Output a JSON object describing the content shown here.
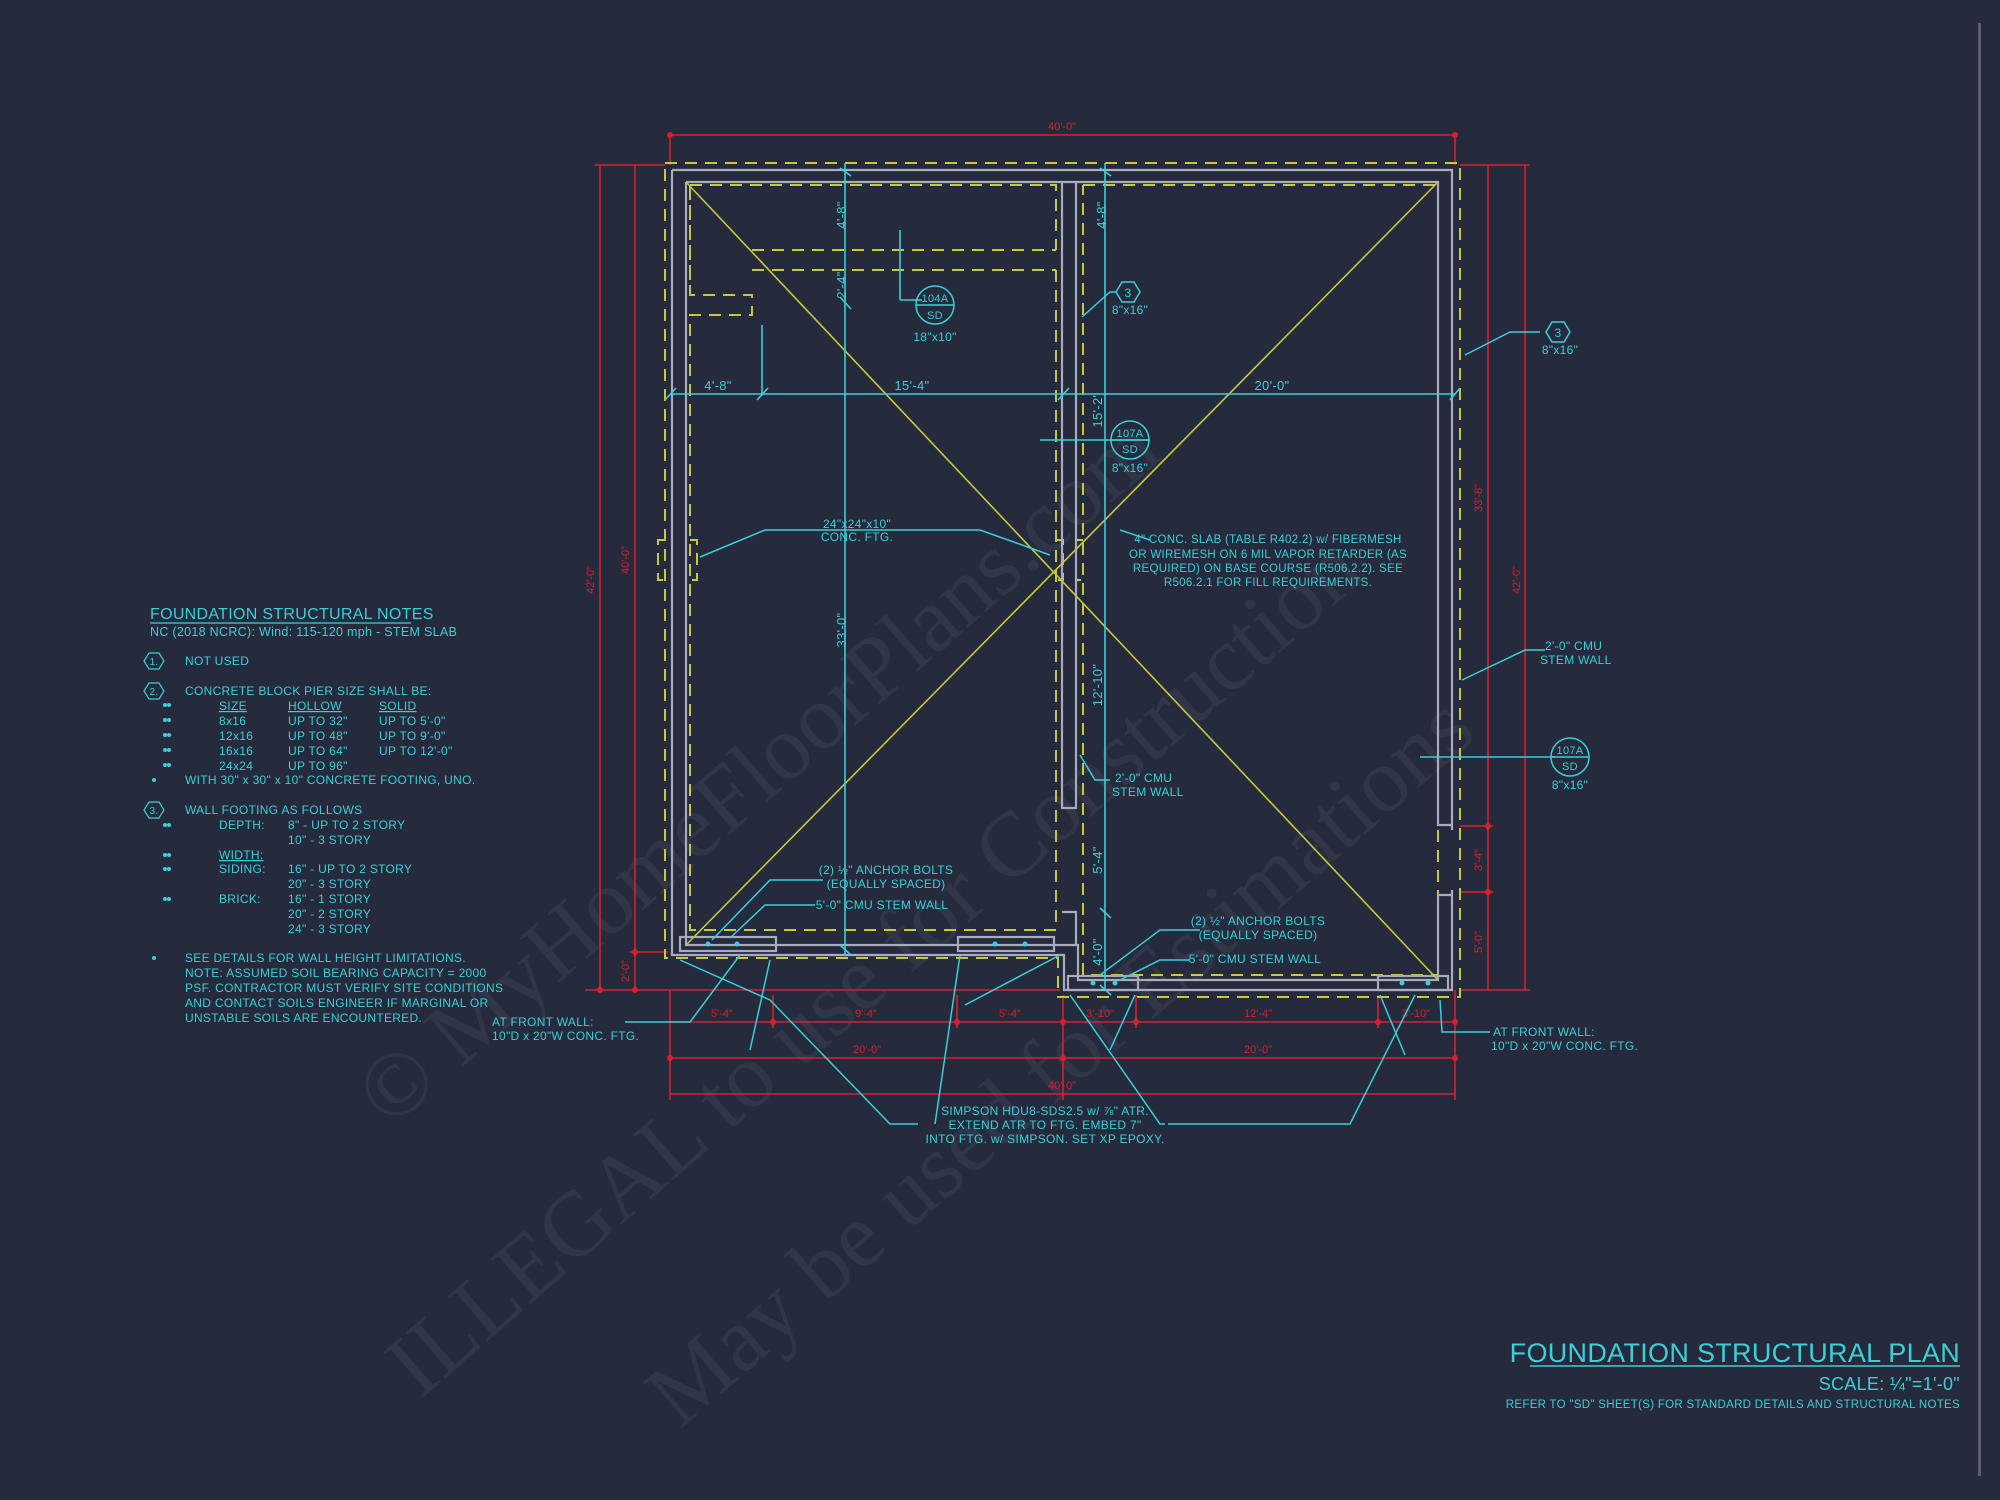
{
  "sheet": {
    "title": "FOUNDATION STRUCTURAL PLAN",
    "scale": "SCALE: ¼\"=1'-0\"",
    "refer": "REFER TO \"SD\" SHEET(S) FOR STANDARD DETAILS AND STRUCTURAL NOTES"
  },
  "colors": {
    "background": "#252a3c",
    "annotation": "#3ad0d8",
    "dimension": "#d8202c",
    "hidden_footing": "#c8c83a",
    "wall": "#a8abbc",
    "watermark": "#5a5f72"
  },
  "notes": {
    "title": "FOUNDATION STRUCTURAL NOTES",
    "subtitle": "NC (2018 NCRC): Wind: 115-120 mph - STEM SLAB",
    "n1": {
      "tag": "1.",
      "text": "NOT USED"
    },
    "n2": {
      "tag": "2.",
      "text": "CONCRETE BLOCK PIER SIZE SHALL BE:",
      "headers": [
        "SIZE",
        "HOLLOW",
        "SOLID"
      ],
      "rows": [
        [
          "8x16",
          "UP TO 32\"",
          "UP TO 5'-0\""
        ],
        [
          "12x16",
          "UP TO 48\"",
          "UP TO 9'-0\""
        ],
        [
          "16x16",
          "UP TO 64\"",
          "UP TO 12'-0\""
        ],
        [
          "24x24",
          "UP TO 96\"",
          ""
        ]
      ],
      "footing": "WITH 30\" x 30\" x 10\" CONCRETE FOOTING, UNO."
    },
    "n3": {
      "tag": "3.",
      "text": "WALL FOOTING AS FOLLOWS",
      "depth_label": "DEPTH:",
      "depth": [
        "8\" - UP TO 2 STORY",
        "10\" - 3 STORY"
      ],
      "width_label": "WIDTH:",
      "siding_label": "SIDING:",
      "siding": [
        "16\" - UP TO 2 STORY",
        "20\" - 3 STORY"
      ],
      "brick_label": "BRICK:",
      "brick": [
        "16\" - 1 STORY",
        "20\" - 2 STORY",
        "24\" - 3 STORY"
      ]
    },
    "general": [
      "SEE DETAILS FOR WALL HEIGHT LIMITATIONS.",
      "NOTE: ASSUMED SOIL BEARING CAPACITY = 2000",
      "PSF. CONTRACTOR MUST VERIFY SITE CONDITIONS",
      "AND CONTACT SOILS ENGINEER IF MARGINAL OR",
      "UNSTABLE SOILS ARE ENCOUNTERED."
    ]
  },
  "plan": {
    "dims": {
      "top_overall": "40'-0\"",
      "bottom_overall": "40'-0\"",
      "bottom_left": "20'-0\"",
      "bottom_right": "20'-0\"",
      "bottom_seg": [
        "5'-4\"",
        "9'-4\"",
        "5'-4\"",
        "3'-10\"",
        "12'-4\"",
        "3'-10\""
      ],
      "left_outer": "42'-0\"",
      "left_inner": "40'-0\"",
      "left_small": "2'-0\"",
      "right_outer": "42'-0\"",
      "right_upper": "33'-8\"",
      "right_mid": "3'-4\"",
      "right_low": "5'-0\"",
      "interior": {
        "top_left_v": "4'-8\"",
        "top_right_v": "4'-8\"",
        "notch_v": "2'-4\"",
        "h_left": "4'-8\"",
        "h_mid": "15'-4\"",
        "h_right": "20'-0\"",
        "left_tall_v": "33'-0\"",
        "right_v1": "15'-2\"",
        "right_v2": "12'-10\"",
        "right_v3": "5'-4\"",
        "right_v4": "4'-0\""
      }
    },
    "callouts": {
      "det_104a": {
        "num": "104A",
        "sheet": "SD",
        "size": "18\"x10\""
      },
      "det_107a_center": {
        "num": "107A",
        "sheet": "SD",
        "size": "8\"x16\""
      },
      "det_107a_right": {
        "num": "107A",
        "sheet": "SD",
        "size": "8\"x16\""
      },
      "pier_3_center": {
        "tag": "3",
        "size": "8\"x16\""
      },
      "pier_3_right": {
        "tag": "3",
        "size": "8\"x16\""
      },
      "ftg": [
        "24\"x24\"x10\"",
        "CONC. FTG."
      ],
      "slab": [
        "4\" CONC. SLAB (TABLE R402.2) w/ FIBERMESH",
        "OR WIREMESH ON 6 MIL VAPOR RETARDER (AS",
        "REQUIRED) ON BASE COURSE (R506.2.2). SEE",
        "R506.2.1 FOR FILL REQUIREMENTS."
      ],
      "stem_wall_right": [
        "2'-0\" CMU",
        "STEM WALL"
      ],
      "stem_wall_center": [
        "2'-0\" CMU",
        "STEM WALL"
      ],
      "anchor_left": [
        "(2) ½\" ANCHOR BOLTS",
        "(EQUALLY SPACED)"
      ],
      "stem5_left": "5'-0\" CMU STEM WALL",
      "anchor_right": [
        "(2) ½\" ANCHOR BOLTS",
        "(EQUALLY SPACED)"
      ],
      "stem5_right": "5'-0\" CMU STEM WALL",
      "front_left": [
        "AT FRONT WALL:",
        "10\"D x 20\"W CONC. FTG."
      ],
      "front_right": [
        "AT FRONT WALL:",
        "10\"D x 20\"W CONC. FTG."
      ],
      "simpson": [
        "SIMPSON HDU8-SDS2.5 w/ ⅞\" ATR.",
        "EXTEND ATR TO FTG. EMBED 7\"",
        "INTO FTG. w/ SIMPSON.  SET XP EPOXY."
      ]
    }
  },
  "watermark": {
    "line1": "© MyHomeFloorPlans.com",
    "line2": "ILLEGAL to use for Construction",
    "line3": "May be used for Estimations"
  }
}
